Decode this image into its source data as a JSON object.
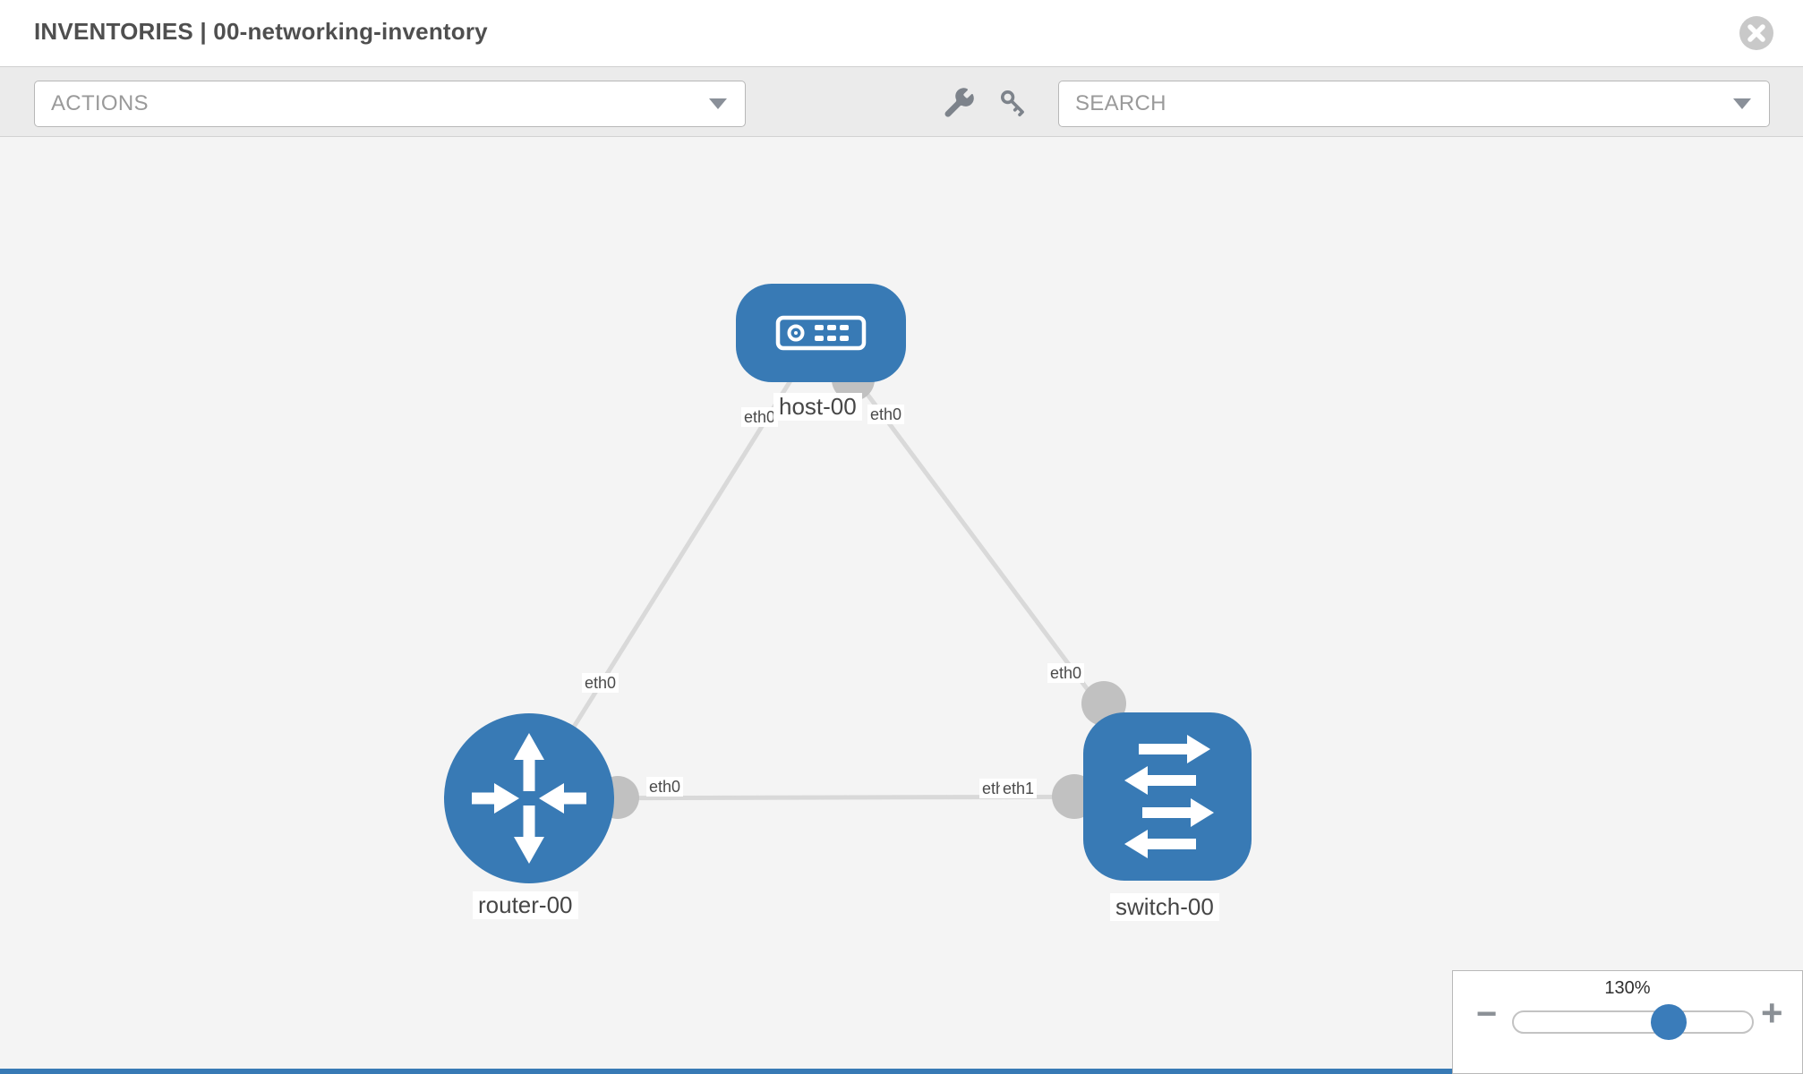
{
  "window": {
    "title": "INVENTORIES | 00-networking-inventory"
  },
  "toolbar": {
    "actions_label": "ACTIONS",
    "search_placeholder": "SEARCH",
    "tool_icons": [
      "wrench-icon",
      "key-icon"
    ]
  },
  "topology": {
    "nodes": [
      {
        "label": "host-00",
        "type": "host"
      },
      {
        "label": "router-00",
        "type": "router"
      },
      {
        "label": "switch-00",
        "type": "switch"
      }
    ],
    "links": [
      {
        "from": "host-00",
        "from_interface": "eth0",
        "to": "router-00",
        "to_interface": "eth0"
      },
      {
        "from": "host-00",
        "from_interface": "eth0",
        "to": "switch-00",
        "to_interface": "eth0"
      },
      {
        "from": "router-00",
        "from_interface": "eth0",
        "to": "switch-00",
        "to_interface_labels": [
          "eth0",
          "eth1"
        ]
      }
    ],
    "interfaces": [
      {
        "text": "eth0"
      },
      {
        "text": "eth0"
      },
      {
        "text": "eth0"
      },
      {
        "text": "eth0"
      },
      {
        "text": "eth0"
      },
      {
        "text": "eth0"
      },
      {
        "text": "eth1"
      }
    ]
  },
  "zoom_control": {
    "level": "130%",
    "minus_label": "−",
    "plus_label": "+"
  },
  "colors": {
    "node_blue": "#387ab5",
    "link_gray": "#d9d9d9",
    "connector_gray": "#c1c1c1",
    "canvas_bg": "#f4f4f4",
    "toolbar_bg": "#ebebeb",
    "slider_handle_blue": "#3a7cba"
  }
}
